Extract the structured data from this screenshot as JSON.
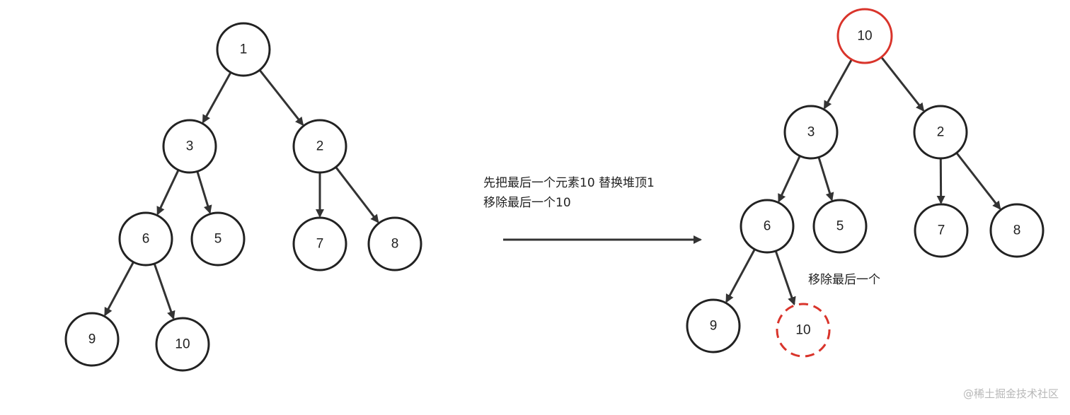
{
  "left_tree": {
    "nodes": [
      {
        "id": "n1",
        "label": "1"
      },
      {
        "id": "n3",
        "label": "3"
      },
      {
        "id": "n2",
        "label": "2"
      },
      {
        "id": "n6",
        "label": "6"
      },
      {
        "id": "n5",
        "label": "5"
      },
      {
        "id": "n7",
        "label": "7"
      },
      {
        "id": "n8",
        "label": "8"
      },
      {
        "id": "n9",
        "label": "9"
      },
      {
        "id": "n10",
        "label": "10"
      }
    ],
    "edges": [
      [
        "n1",
        "n3"
      ],
      [
        "n1",
        "n2"
      ],
      [
        "n3",
        "n6"
      ],
      [
        "n3",
        "n5"
      ],
      [
        "n2",
        "n7"
      ],
      [
        "n2",
        "n8"
      ],
      [
        "n6",
        "n9"
      ],
      [
        "n6",
        "n10"
      ]
    ]
  },
  "right_tree": {
    "nodes": [
      {
        "id": "r10top",
        "label": "10",
        "style": "highlight"
      },
      {
        "id": "r3",
        "label": "3"
      },
      {
        "id": "r2",
        "label": "2"
      },
      {
        "id": "r6",
        "label": "6"
      },
      {
        "id": "r5",
        "label": "5"
      },
      {
        "id": "r7",
        "label": "7"
      },
      {
        "id": "r8",
        "label": "8"
      },
      {
        "id": "r9",
        "label": "9"
      },
      {
        "id": "r10",
        "label": "10",
        "style": "removed"
      }
    ],
    "edges": [
      [
        "r10top",
        "r3"
      ],
      [
        "r10top",
        "r2"
      ],
      [
        "r3",
        "r6"
      ],
      [
        "r3",
        "r5"
      ],
      [
        "r2",
        "r7"
      ],
      [
        "r2",
        "r8"
      ],
      [
        "r6",
        "r9"
      ],
      [
        "r6",
        "r10"
      ]
    ]
  },
  "transition": {
    "line1": "先把最后一个元素10 替换堆顶1",
    "line2": "移除最后一个10"
  },
  "remove_annotation": "移除最后一个",
  "watermark": "@稀土掘金技术社区",
  "colors": {
    "node_stroke": "#222222",
    "edge": "#333333",
    "highlight": "#d9342b",
    "removed": "#d9342b",
    "watermark": "#b8b8b8"
  }
}
